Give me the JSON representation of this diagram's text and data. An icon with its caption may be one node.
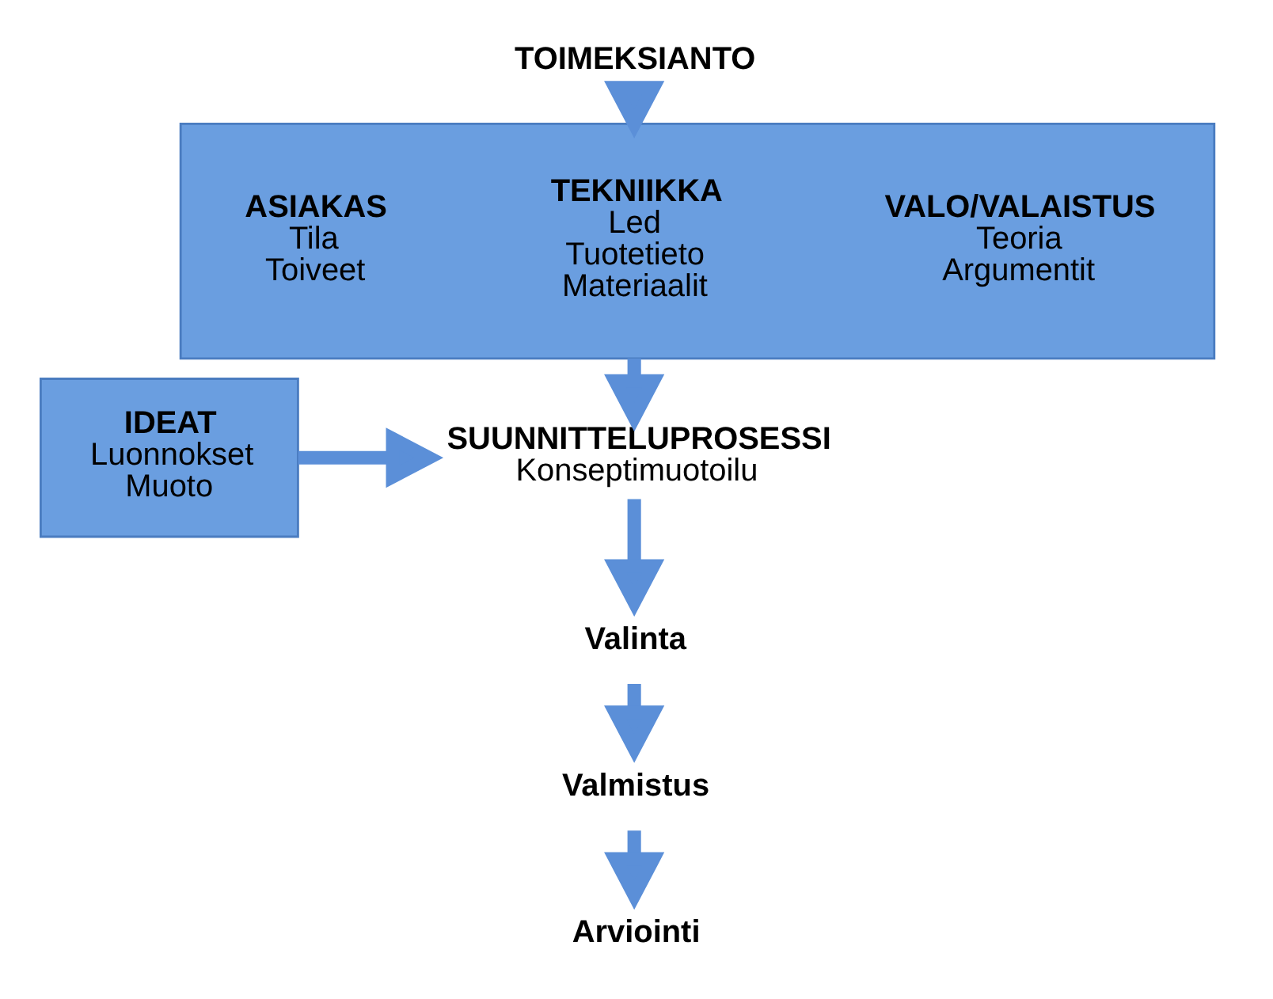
{
  "diagram": {
    "nodes": [
      {
        "text": [
          "TOIMEKSIANTO"
        ]
      },
      {
        "text": [],
        "shape": "band"
      },
      {
        "text": [
          "ASIAKAS",
          "Tila",
          "Toiveet"
        ],
        "in": 1
      },
      {
        "text": [
          "TEKNIIKKA",
          "Led",
          "Tuotetieto",
          "Materiaalit"
        ],
        "in": 1
      },
      {
        "text": [
          "VALO/VALAISTUS",
          "Teoria",
          "Argumentit"
        ],
        "in": 1
      },
      {
        "text": [
          "IDEAT",
          "Luonnokset",
          "Muoto"
        ]
      },
      {
        "text": [
          "SUUNNITTELUPROSESSI",
          "Konseptimuotoilu"
        ]
      },
      {
        "text": [
          "Valinta"
        ]
      },
      {
        "text": [
          "Valmistus"
        ]
      },
      {
        "text": [
          "Arviointi"
        ]
      }
    ],
    "edges": [
      {
        "from": 0,
        "to": 1,
        "arrow": "to"
      },
      {
        "from": 1,
        "to": 6,
        "arrow": "to"
      },
      {
        "from": 5,
        "to": 6,
        "arrow": "to"
      },
      {
        "from": 6,
        "to": 7,
        "arrow": "to"
      },
      {
        "from": 7,
        "to": 8,
        "arrow": "to"
      },
      {
        "from": 8,
        "to": 9,
        "arrow": "to"
      }
    ]
  }
}
